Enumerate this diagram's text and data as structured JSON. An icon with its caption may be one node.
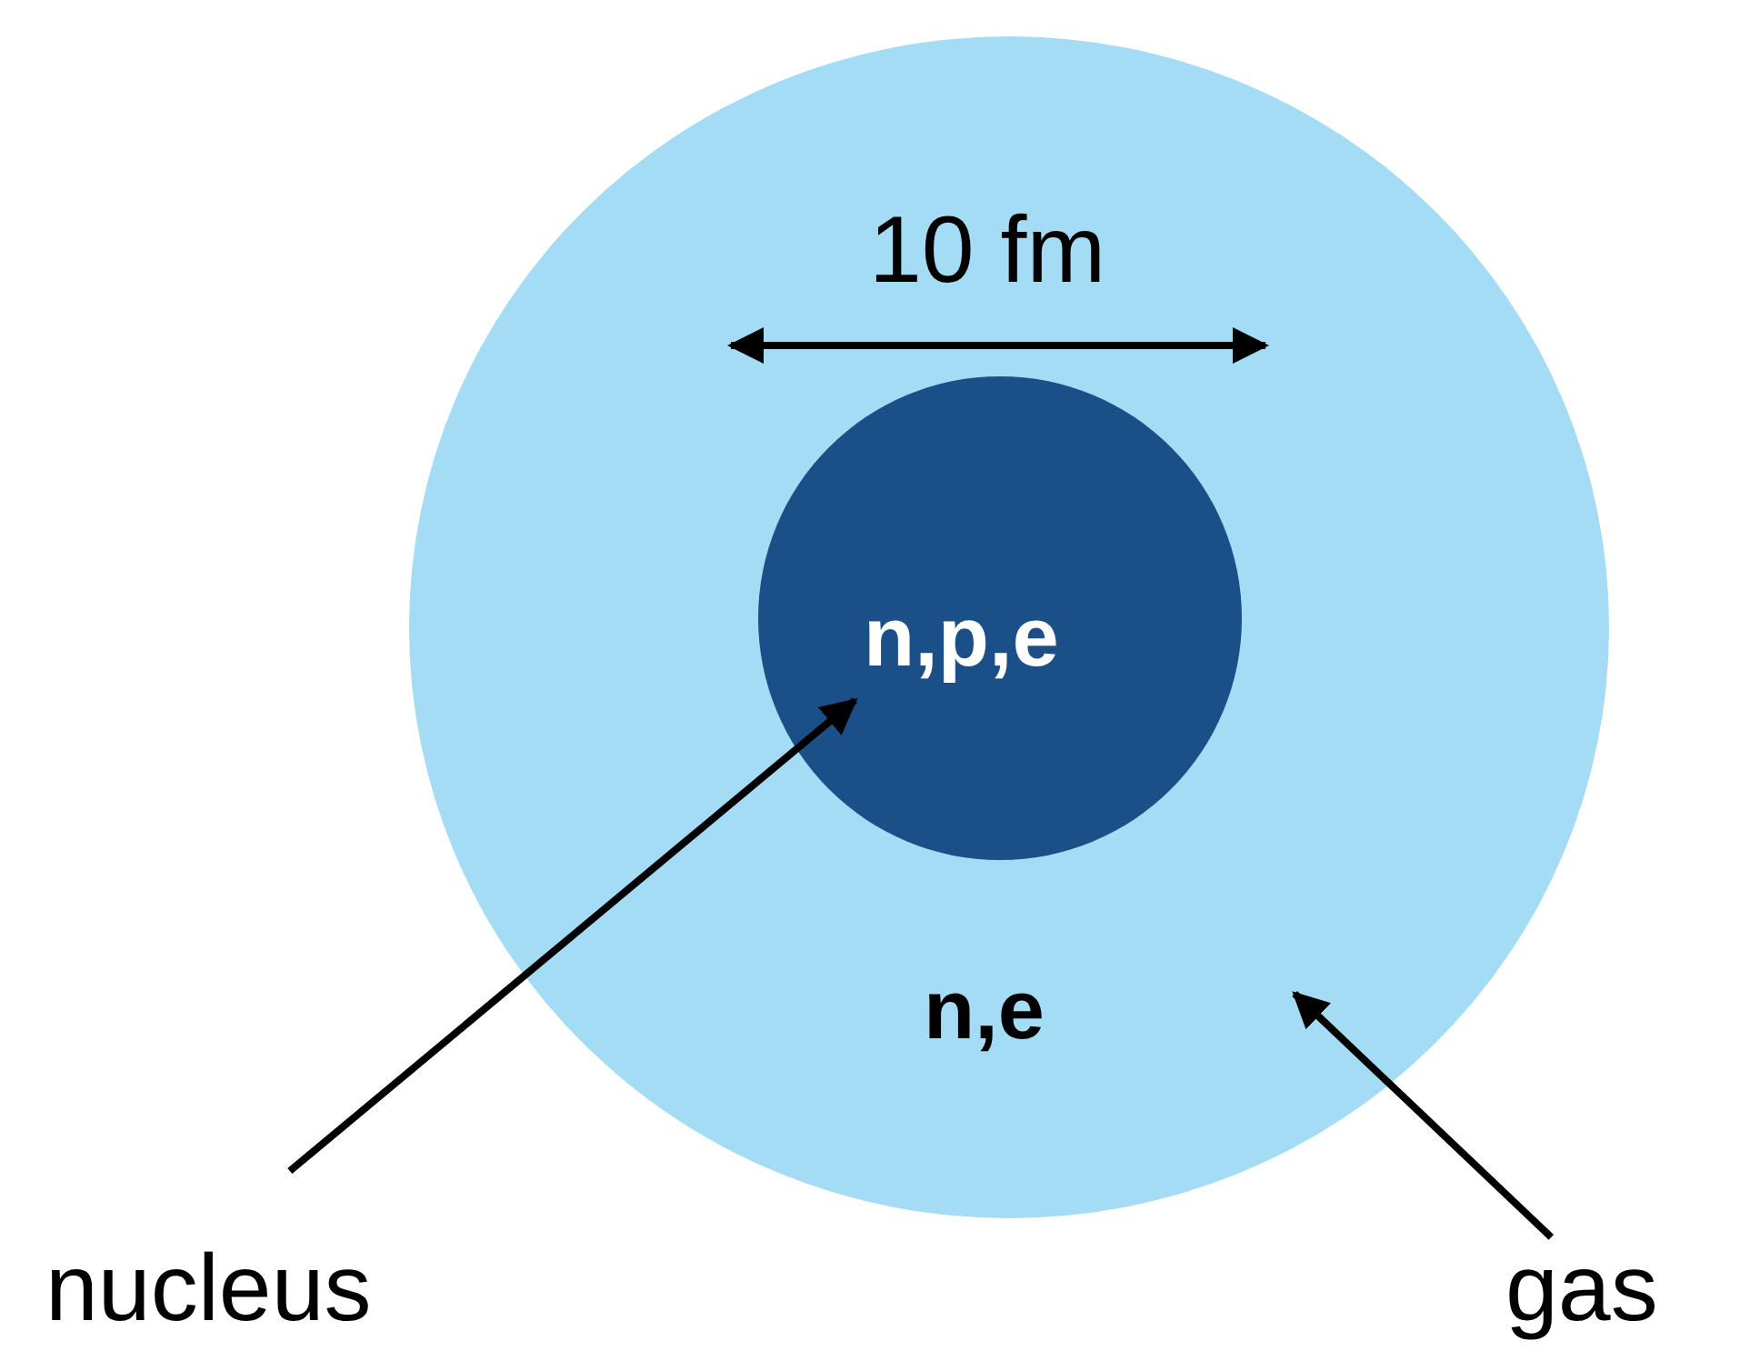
{
  "diagram": {
    "nodes": [
      {
        "text": [
          "n,e"
        ]
      },
      {
        "text": [
          "n,p,e"
        ],
        "in": 0
      },
      {
        "text": [
          "nucleus"
        ]
      },
      {
        "text": [
          "gas"
        ]
      }
    ],
    "edges": [
      {
        "from": 2,
        "to": 1,
        "arrow": "to"
      },
      {
        "from": 3,
        "to": 0,
        "arrow": "to"
      }
    ],
    "labels": [
      "10 fm"
    ]
  }
}
